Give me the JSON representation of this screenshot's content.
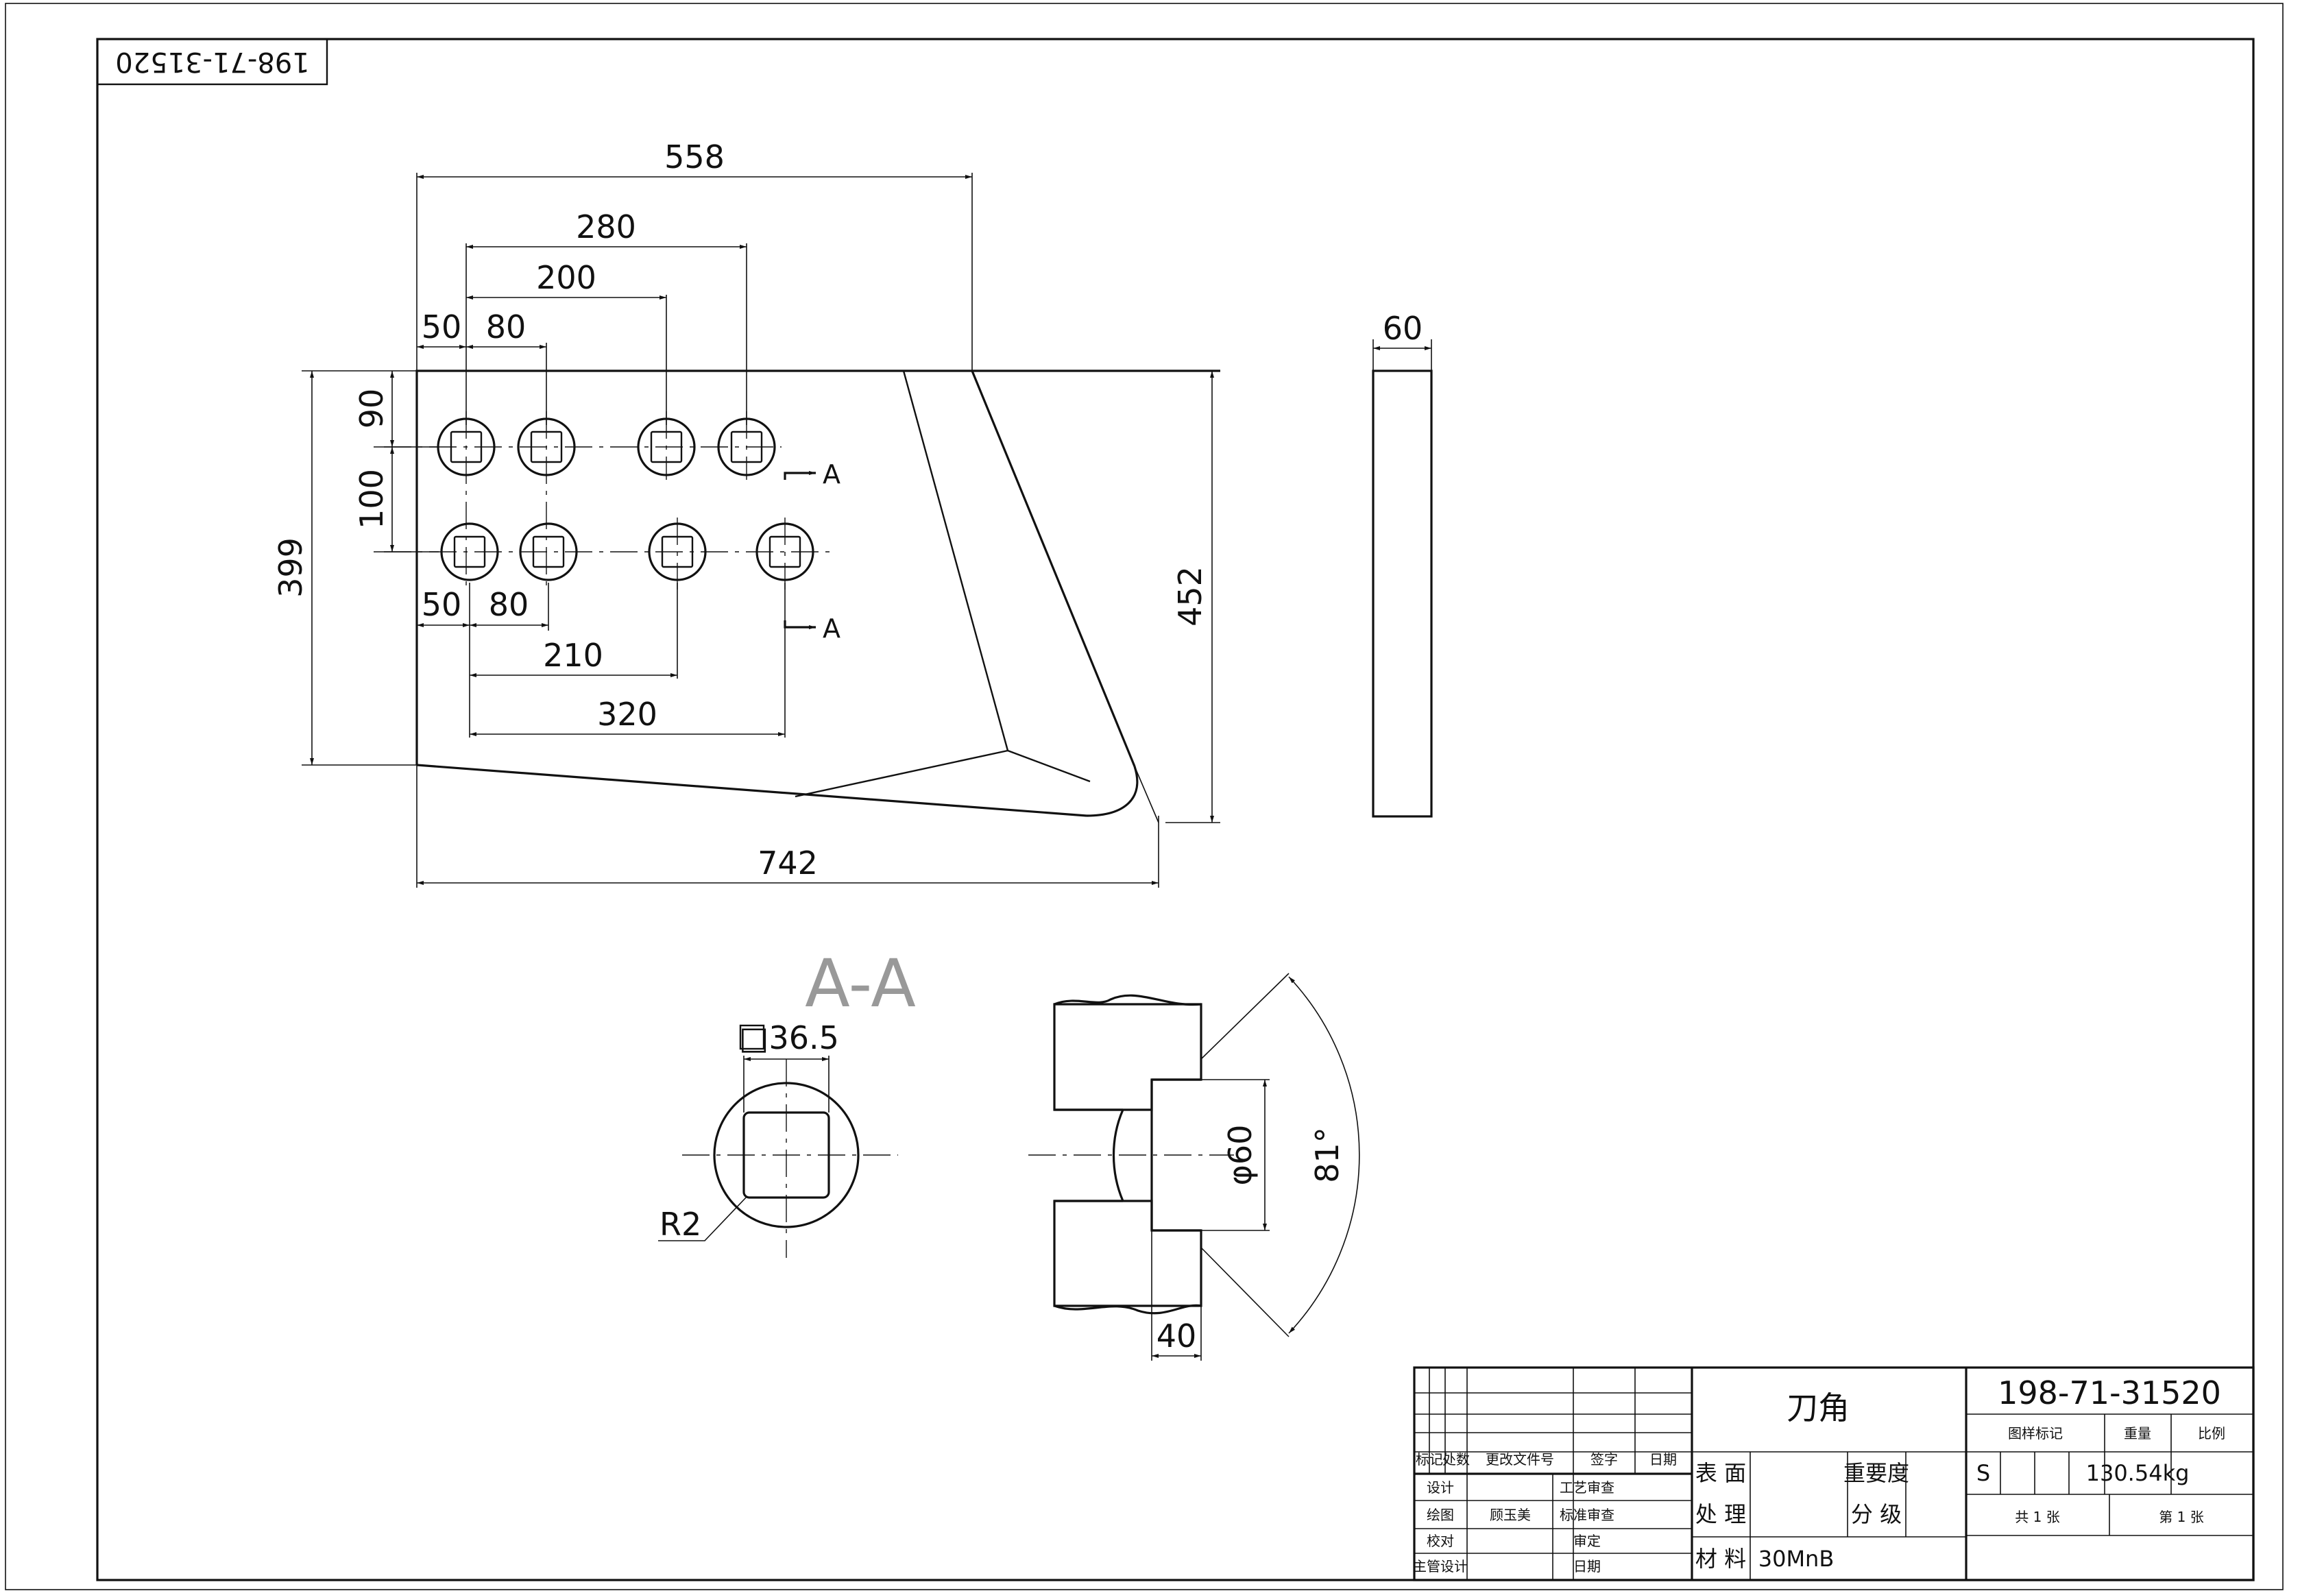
{
  "stamp_number": "198-71-31520",
  "dimensions": {
    "overall_length": "558",
    "hole_span_1": "280",
    "hole_span_2": "200",
    "edge_offset_top": "50",
    "hole_pitch_top": "80",
    "vert_offset_top": "90",
    "vert_pitch": "100",
    "height_left": "399",
    "edge_offset_bottom": "50",
    "hole_pitch_bottom": "80",
    "hole_span_3": "210",
    "hole_span_4": "320",
    "bottom_length": "742",
    "height_right": "452",
    "thickness": "60"
  },
  "section": {
    "label": "A-A",
    "marker": "A",
    "square_size": "□36.5",
    "corner_radius": "R2",
    "counterbore_dia": "φ60",
    "counterbore_depth": "40",
    "countersink_angle": "81°"
  },
  "title_block": {
    "part_name": "刀角",
    "drawing_number": "198-71-31520",
    "rev_headers": [
      "标记",
      "处数",
      "更改文件号",
      "签字",
      "日期"
    ],
    "roles": [
      "设计",
      "绘图",
      "校对",
      "主管设计"
    ],
    "drafter": "顾玉美",
    "review_roles": [
      "工艺审查",
      "标准审查",
      "审定",
      "日期"
    ],
    "surface_label": "表 面",
    "treatment_label": "处 理",
    "importance_label": "重要度",
    "grade_label": "分 级",
    "material_label": "材 料",
    "material_value": "30MnB",
    "marks_header": "图样标记",
    "weight_header": "重量",
    "scale_header": "比例",
    "mark_s": "S",
    "weight_value": "130.54kg",
    "sheets_total": "共 1 张",
    "sheet_no": "第 1 张"
  }
}
